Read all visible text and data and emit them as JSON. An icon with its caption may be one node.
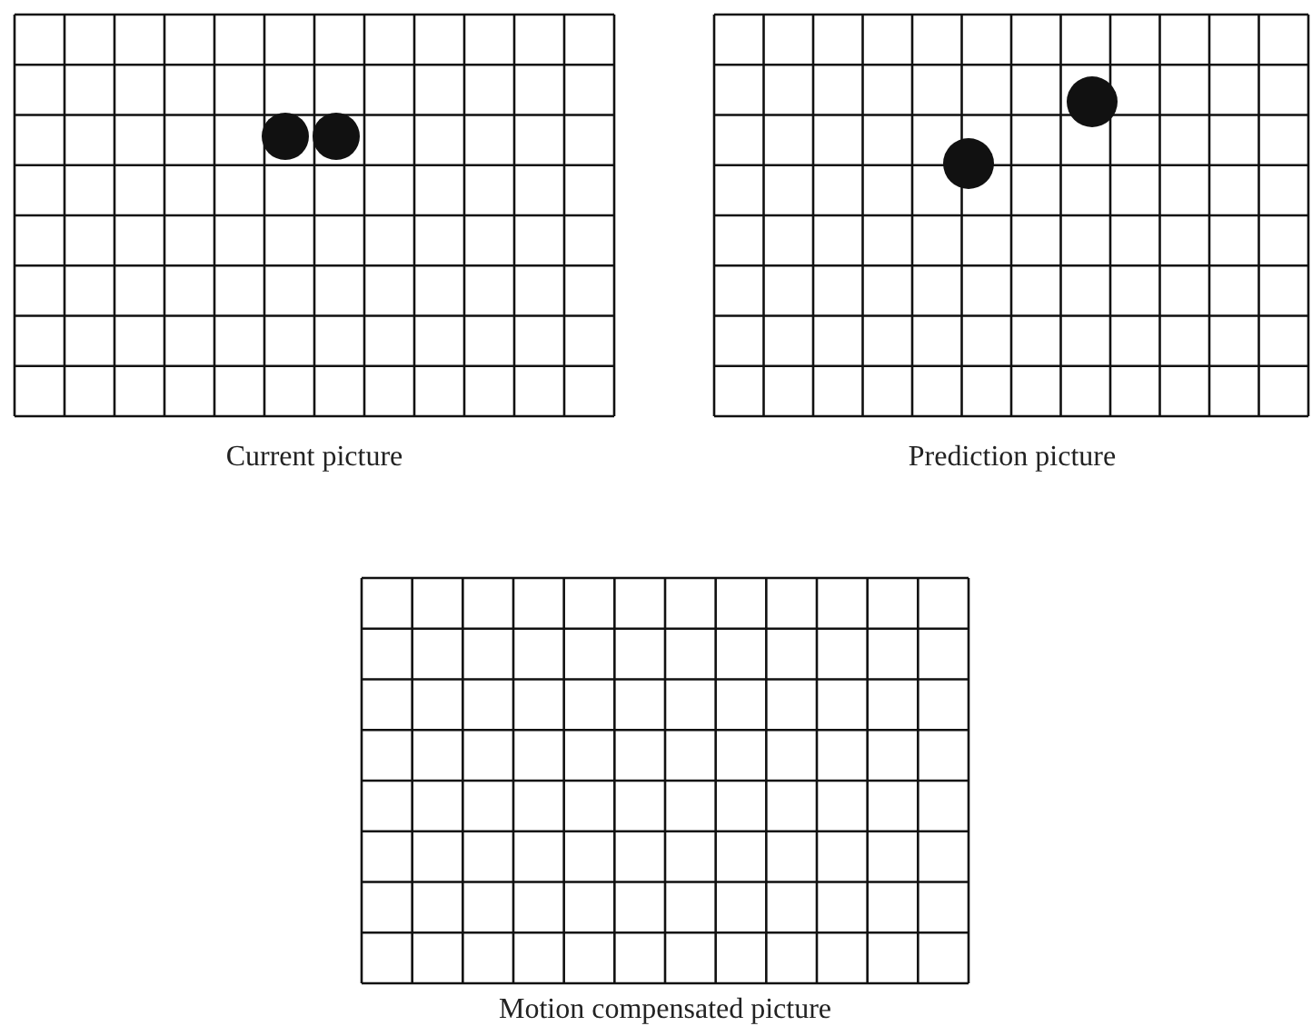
{
  "diagram": {
    "labels": [
      "Current picture",
      "Prediction picture",
      "Motion compensated picture"
    ]
  }
}
